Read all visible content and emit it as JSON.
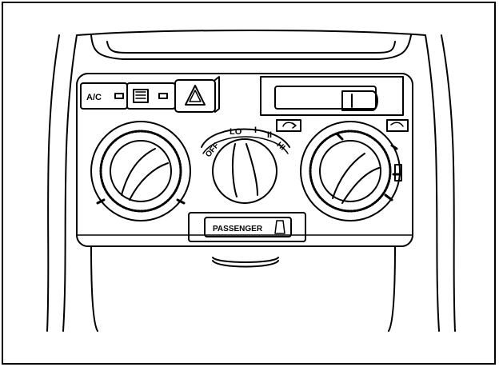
{
  "colors": {
    "line": "#000000",
    "background": "#ffffff"
  },
  "buttons": {
    "ac_label": "A/C",
    "rear_defrost_icon": "rear-defrost-icon",
    "hazard_icon": "hazard-icon"
  },
  "fan_dial": {
    "off": "OFF",
    "lo": "LO",
    "mid1": "I",
    "mid2": "II",
    "hi": "HI"
  },
  "passenger": {
    "label": "PASSENGER",
    "icon": "airbag-icon"
  },
  "icons": {
    "recirc": "recirculation-icon",
    "fresh_air": "fresh-air-icon",
    "temp_indicator": "temperature-indicator-icon"
  }
}
